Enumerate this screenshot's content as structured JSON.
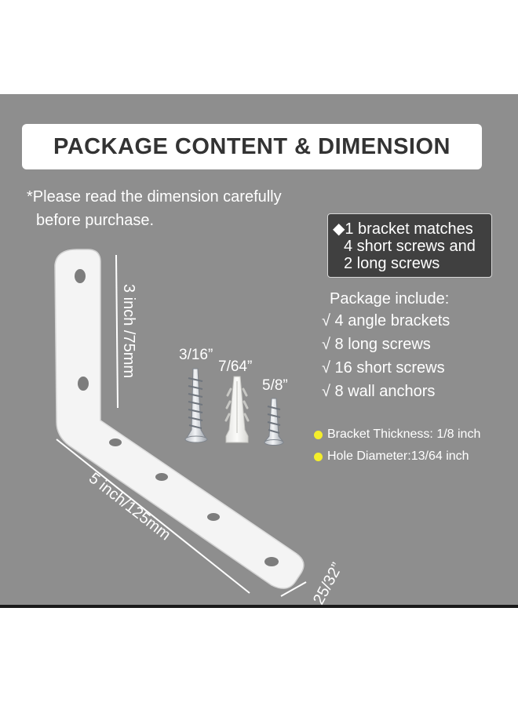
{
  "title": "PACKAGE CONTENT & DIMENSION",
  "note": {
    "line1": "*Please read the dimension carefully",
    "line2": "before purchase."
  },
  "match_box": {
    "line1": "◆1 bracket matches",
    "line2": "4 short screws and",
    "line3": "2 long screws"
  },
  "package": {
    "heading": "Package include:",
    "items": [
      "√ 4 angle brackets",
      "√ 8 long screws",
      "√ 16 short screws",
      "√ 8 wall anchors"
    ]
  },
  "specs": {
    "thickness": "Bracket Thickness: 1/8 inch",
    "hole": "Hole Diameter:13/64 inch"
  },
  "dimensions": {
    "height": "3 inch /75mm",
    "length": "5 inch/125mm",
    "width": "25/32”"
  },
  "hardware_labels": {
    "long_screw": "3/16”",
    "anchor": "7/64”",
    "short_screw": "5/8”"
  },
  "colors": {
    "panel": "#8e8e8e",
    "bullet": "#f4ee2b",
    "bracket": "#f4f4f4"
  }
}
